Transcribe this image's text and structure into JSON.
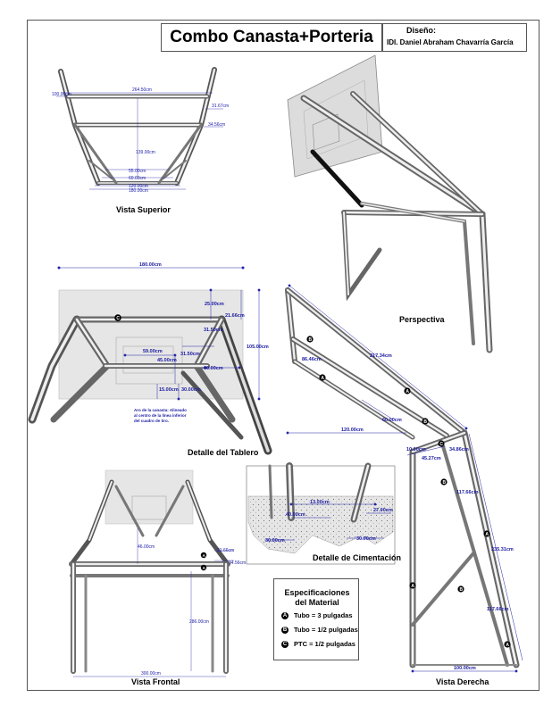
{
  "title": "Combo Canasta+Porteria",
  "design": {
    "label": "Diseño:",
    "name": "IDI. Daniel Abraham Chavarría García"
  },
  "views": {
    "top": "Vista Superior",
    "perspective": "Perspectiva",
    "board_detail": "Detalle del Tablero",
    "front": "Vista Frontal",
    "foundation": "Detalle de Cimentación",
    "right": "Vista Derecha"
  },
  "top_dims": {
    "width_top": "264.50cm",
    "left": "100.00cm",
    "r1": "31.67cm",
    "r2": "34.56cm",
    "depth": "139.00cm",
    "b1": "55.00cm",
    "b2": "60.00cm",
    "b3": "120.00cm",
    "b4": "180.00cm"
  },
  "board_dims": {
    "width": "180.00cm",
    "d25": "25.00cm",
    "d21": "21.66cm",
    "d31": "31.50cm",
    "height": "105.00cm",
    "d59": "59.00cm",
    "d45": "45.00cm",
    "d31b": "31.50cm",
    "d60": "60.00cm",
    "d15": "15.00cm",
    "d30": "30.00cm",
    "rim_note": "Aro de la canasta: Alineado al centro de la línea inferior del cuadro de tiro."
  },
  "right_dims": {
    "d217": "217.34cm",
    "d86": "86.46cm",
    "d60": "60.00cm",
    "d120": "120.00cm",
    "d10": "10.00cm",
    "d34": "34.86cm",
    "d45": "45.27cm",
    "d117a": "117.66cm",
    "d235": "235.31cm",
    "d117b": "117.66cm",
    "d100": "100.00cm"
  },
  "foundation_dims": {
    "d13": "13.00cm",
    "d40": "40.00cm",
    "d27": "27.00cm",
    "d30a": "30.00cm",
    "d30b": "30.00cm"
  },
  "front_dims": {
    "d46": "46.00cm",
    "a1": "21.66cm",
    "a2": "34.56cm",
    "d286": "286.00cm",
    "d300": "300.00cm"
  },
  "spec": {
    "title1": "Especificaciones",
    "title2": "del Material",
    "items": [
      {
        "badge": "A",
        "text": "Tubo = 3 pulgadas"
      },
      {
        "badge": "B",
        "text": "Tubo = 1/2 pulgadas"
      },
      {
        "badge": "C",
        "text": "PTC = 1/2 pulgadas"
      }
    ]
  },
  "badges": {
    "a": "A",
    "b": "B",
    "c": "C"
  }
}
